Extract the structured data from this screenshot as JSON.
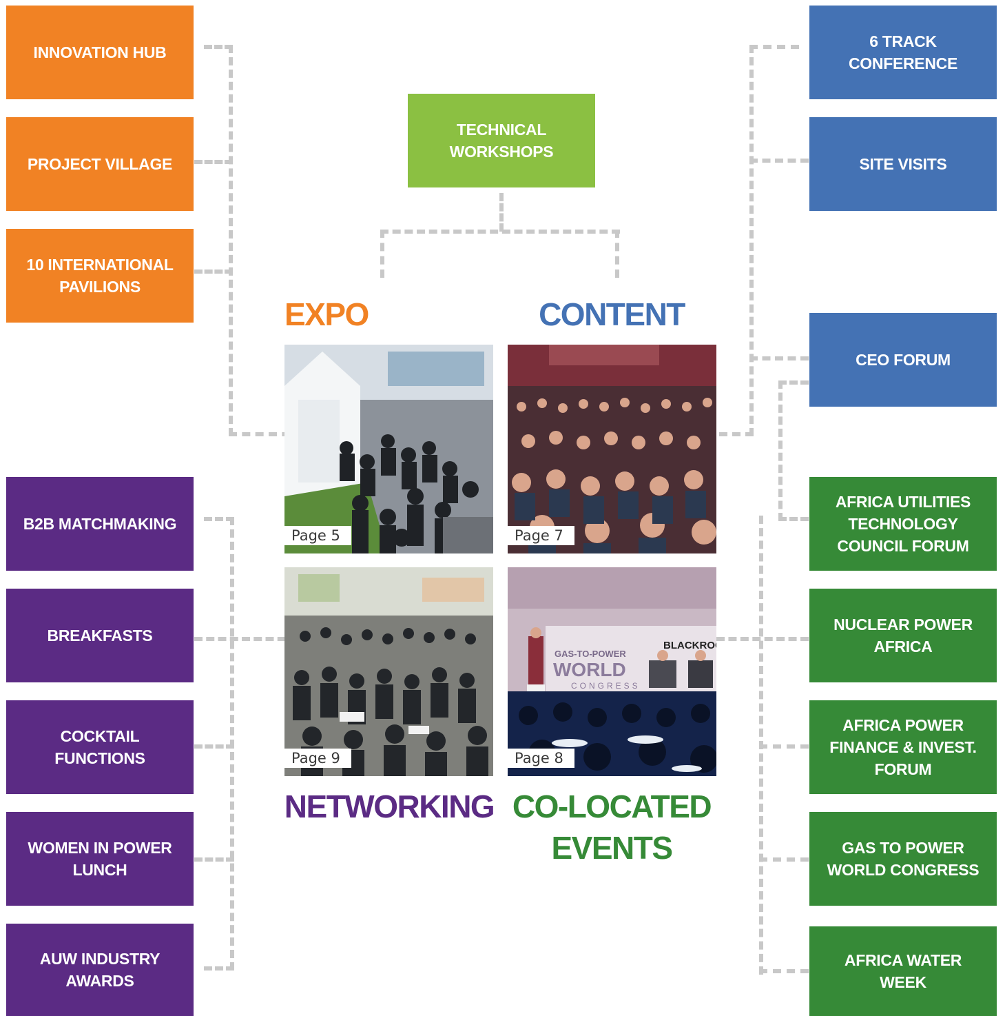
{
  "colors": {
    "expo": "#f18224",
    "networking": "#5b2b84",
    "content": "#4472b4",
    "colocated": "#368a37",
    "workshops": "#8bc042",
    "connector": "#c8c8c8"
  },
  "expo_items": [
    "INNOVATION HUB",
    "PROJECT VILLAGE",
    "10 INTERNATIONAL\nPAVILIONS"
  ],
  "networking_items": [
    "B2B MATCHMAKING",
    "BREAKFASTS",
    "COCKTAIL\nFUNCTIONS",
    "WOMEN IN POWER\nLUNCH",
    "AUW INDUSTRY\nAWARDS"
  ],
  "content_items": [
    "6 TRACK\nCONFERENCE",
    "SITE VISITS",
    "CEO FORUM"
  ],
  "colocated_items": [
    "AFRICA UTILITIES\nTECHNOLOGY\nCOUNCIL FORUM",
    "NUCLEAR POWER\nAFRICA",
    "AFRICA POWER\nFINANCE & INVEST.\nFORUM",
    "GAS TO POWER\nWORLD CONGRESS",
    "AFRICA WATER\nWEEK"
  ],
  "workshops": "TECHNICAL\nWORKSHOPS",
  "headings": {
    "expo": "EXPO",
    "content": "CONTENT",
    "networking": "NETWORKING",
    "colocated_line1": "CO-LOCATED",
    "colocated_line2": "EVENTS"
  },
  "photos": {
    "expo_page": "Page 5",
    "content_page": "Page 7",
    "networking_page": "Page 9",
    "colocated_page": "Page 8",
    "stage_logo": "BLACKROCK",
    "stage_banner_line1": "GAS-TO-POWER",
    "stage_banner_line2": "WORLD",
    "stage_banner_line3": "CONGRESS"
  }
}
